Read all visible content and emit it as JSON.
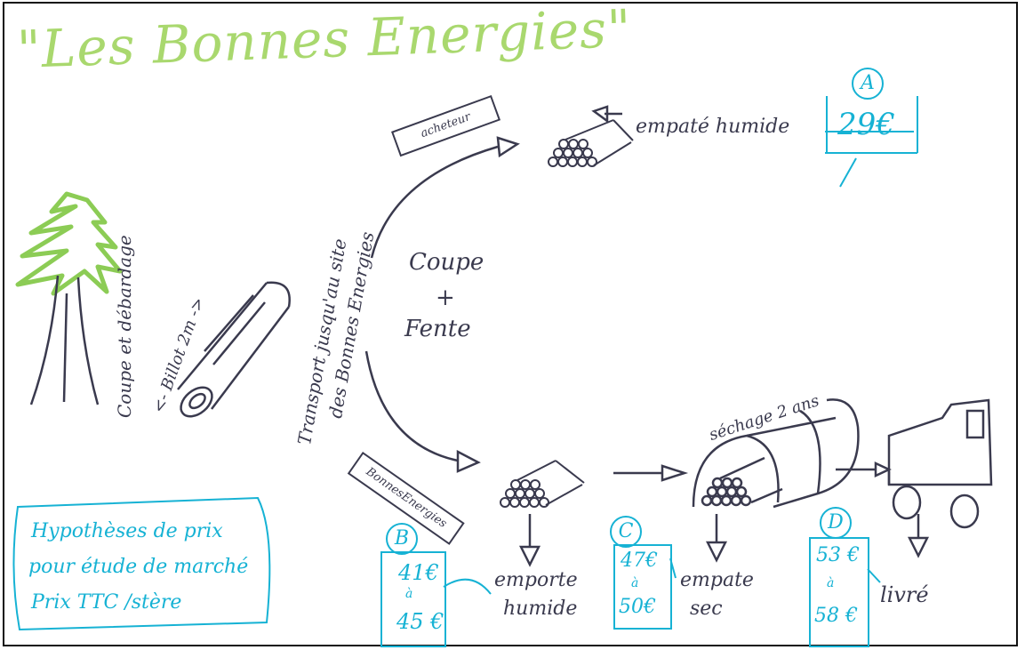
{
  "title": "\"Les Bonnes Energies\"",
  "labels": {
    "coupe_debardage": "Coupe et débardage",
    "billot": "<- Billot 2m ->",
    "transport_1": "Transport jusqu'au site",
    "transport_2": "des Bonnes Energies",
    "coupe": "Coupe",
    "plus": "+",
    "fente": "Fente",
    "acheteur": "acheteur",
    "bonnes_energies": "BonnesEnergies",
    "sechage": "séchage 2 ans",
    "empate_humide_top": "empaté humide",
    "empate_humide_b_1": "emporte",
    "empate_humide_b_2": "humide",
    "empate_sec_1": "empate",
    "empate_sec_2": "sec",
    "livre": "livré"
  },
  "prices": {
    "a": {
      "letter": "A",
      "value": "29€"
    },
    "b": {
      "letter": "B",
      "low": "41€",
      "sep": "à",
      "high": "45 €"
    },
    "c": {
      "letter": "C",
      "low": "47€",
      "sep": "à",
      "high": "50€"
    },
    "d": {
      "letter": "D",
      "low": "53 €",
      "sep": "à",
      "high": "58 €"
    }
  },
  "hypotheses": {
    "line1": "Hypothèses de prix",
    "line2": "pour étude de marché",
    "line3": "Prix TTC /stère"
  },
  "colors": {
    "title": "#a9d86e",
    "ink": "#3a3a4e",
    "price": "#16b2d4",
    "tree": "#8ccc55"
  }
}
